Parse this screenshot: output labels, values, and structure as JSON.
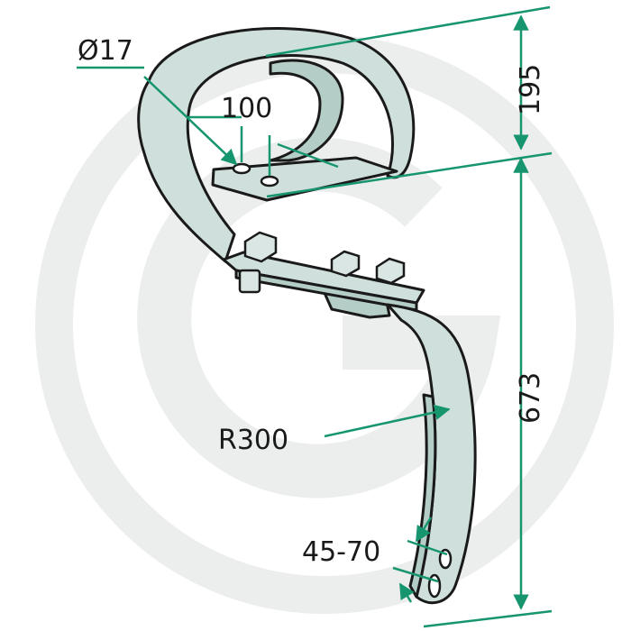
{
  "dimensions": {
    "hole_diameter": "Ø17",
    "hole_spacing": "100",
    "height_upper": "195",
    "height_total": "673",
    "radius": "R300",
    "tip_width": "45-70"
  },
  "colors": {
    "steel_fill": "#cfe0dc",
    "steel_shadow": "#b5cdc7",
    "outline": "#1a1a1a",
    "dimension_green": "#16956f",
    "watermark": "#eceeed"
  },
  "icons": {
    "watermark": "brand-logo-watermark-icon"
  }
}
